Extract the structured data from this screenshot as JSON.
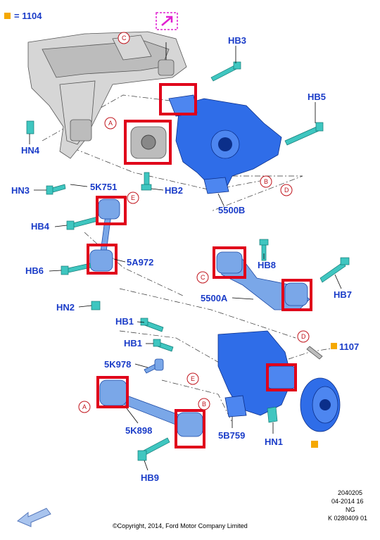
{
  "header": {
    "ref": "1104"
  },
  "labels": {
    "hb3": "HB3",
    "hb5": "HB5",
    "hn4": "HN4",
    "hn3": "HN3",
    "k751": "5K751",
    "hb2": "HB2",
    "p5500b": "5500B",
    "hb4": "HB4",
    "hb6": "HB6",
    "a972": "5A972",
    "hb8": "HB8",
    "hb7": "HB7",
    "p5500a": "5500A",
    "hn2": "HN2",
    "hb1a": "HB1",
    "hb1b": "HB1",
    "p1107": "1107",
    "k978": "5K978",
    "k898": "5K898",
    "b759": "5B759",
    "hn1": "HN1",
    "hb9": "HB9"
  },
  "callouts": {
    "c_top": "C",
    "a_top": "A",
    "b_top": "B",
    "d_top": "D",
    "e_top": "E",
    "c_mid": "C",
    "d_low": "D",
    "e_low": "E",
    "a_low": "A",
    "b_low": "B"
  },
  "footer": {
    "code1": "2040205",
    "code2": "04-2014 16",
    "code3": "NG",
    "code4": "K 0280409 01",
    "copyright": "©Copyright, 2014, Ford Motor Company Limited"
  },
  "colors": {
    "label": "#1a3cc8",
    "highlight": "#e0001a",
    "marker": "#f5a800",
    "part": "#2f6de8",
    "fastener": "#3fc6c0"
  },
  "icons": [
    "export-arrow-icon",
    "previous-arrow-icon"
  ]
}
